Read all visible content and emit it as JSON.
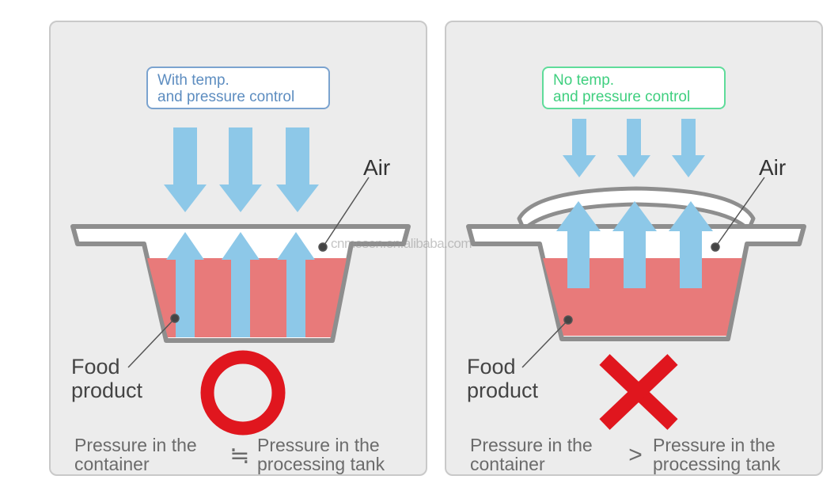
{
  "left": {
    "label_line1": "With temp.",
    "label_line2": "and pressure control",
    "air": "Air",
    "food_line1": "Food",
    "food_line2": "product",
    "pressure_container_line1": "Pressure in the",
    "pressure_container_line2": "container",
    "relation": "≒",
    "pressure_tank_line1": "Pressure in the",
    "pressure_tank_line2": "processing tank",
    "verdict_symbol": "circle-mark",
    "colors": {
      "box_border": "#7ba3cf",
      "box_text": "#5d8dc0",
      "arrow": "#8dc8e8",
      "food": "#e87a7a",
      "verdict": "#e0161e"
    }
  },
  "right": {
    "label_line1": "No temp.",
    "label_line2": "and pressure control",
    "air": "Air",
    "food_line1": "Food",
    "food_line2": "product",
    "pressure_container_line1": "Pressure in the",
    "pressure_container_line2": "container",
    "relation": ">",
    "pressure_tank_line1": "Pressure in the",
    "pressure_tank_line2": "processing tank",
    "verdict_symbol": "cross-mark",
    "colors": {
      "box_border": "#5fdc9a",
      "box_text": "#3fcf7f",
      "arrow": "#8dc8e8",
      "food": "#e87a7a",
      "verdict": "#e0161e"
    }
  },
  "watermark": "cnmosen.en.alibaba.com"
}
